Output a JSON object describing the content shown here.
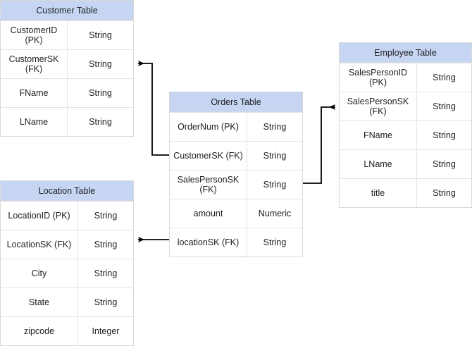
{
  "diagram": {
    "type": "entity-relationship-diagram",
    "background_color": "#ffffff",
    "header_color": "#c5d5f2",
    "border_color": "#d9d9d9",
    "connector_color": "#000000",
    "tables": [
      {
        "id": "customer",
        "title": "Customer Table",
        "columns": [
          "CustomerID (PK)",
          "CustomerSK (FK)",
          "FName",
          "LName"
        ],
        "types": [
          "String",
          "String",
          "String",
          "String"
        ],
        "rows": [
          {
            "name": "CustomerID (PK)",
            "type": "String"
          },
          {
            "name": "CustomerSK (FK)",
            "type": "String"
          },
          {
            "name": "FName",
            "type": "String"
          },
          {
            "name": "LName",
            "type": "String"
          }
        ]
      },
      {
        "id": "location",
        "title": "Location Table",
        "columns": [
          "LocationID (PK)",
          "LocationSK (FK)",
          "City",
          "State",
          "zipcode"
        ],
        "types": [
          "String",
          "String",
          "String",
          "String",
          "Integer"
        ],
        "rows": [
          {
            "name": "LocationID (PK)",
            "type": "String"
          },
          {
            "name": "LocationSK (FK)",
            "type": "String"
          },
          {
            "name": "City",
            "type": "String"
          },
          {
            "name": "State",
            "type": "String"
          },
          {
            "name": "zipcode",
            "type": "Integer"
          }
        ]
      },
      {
        "id": "orders",
        "title": "Orders Table",
        "columns": [
          "OrderNum (PK)",
          "CustomerSK (FK)",
          "SalesPersonSK (FK)",
          "amount",
          "locationSK (FK)"
        ],
        "types": [
          "String",
          "String",
          "String",
          "Numeric",
          "String"
        ],
        "rows": [
          {
            "name": "OrderNum (PK)",
            "type": "String"
          },
          {
            "name": "CustomerSK (FK)",
            "type": "String"
          },
          {
            "name": "SalesPersonSK (FK)",
            "type": "String"
          },
          {
            "name": "amount",
            "type": "Numeric"
          },
          {
            "name": "locationSK (FK)",
            "type": "String"
          }
        ]
      },
      {
        "id": "employee",
        "title": "Employee Table",
        "columns": [
          "SalesPersonID (PK)",
          "SalesPersonSK (FK)",
          "FName",
          "LName",
          "title"
        ],
        "types": [
          "String",
          "String",
          "String",
          "String",
          "String"
        ],
        "rows": [
          {
            "name": "SalesPersonID (PK)",
            "type": "String"
          },
          {
            "name": "SalesPersonSK (FK)",
            "type": "String"
          },
          {
            "name": "FName",
            "type": "String"
          },
          {
            "name": "LName",
            "type": "String"
          },
          {
            "name": "title",
            "type": "String"
          }
        ]
      }
    ],
    "relationships": [
      {
        "id": "orders-to-customer",
        "from_table": "orders",
        "from_column": "CustomerSK (FK)",
        "to_table": "customer",
        "to_column": "CustomerSK (FK)",
        "arrow_at": "customer"
      },
      {
        "id": "orders-to-employee",
        "from_table": "orders",
        "from_column": "SalesPersonSK (FK)",
        "to_table": "employee",
        "to_column": "SalesPersonSK (FK)",
        "arrow_at": "employee"
      },
      {
        "id": "orders-to-location",
        "from_table": "orders",
        "from_column": "locationSK (FK)",
        "to_table": "location",
        "to_column": "LocationSK (FK)",
        "arrow_at": "location"
      }
    ]
  }
}
